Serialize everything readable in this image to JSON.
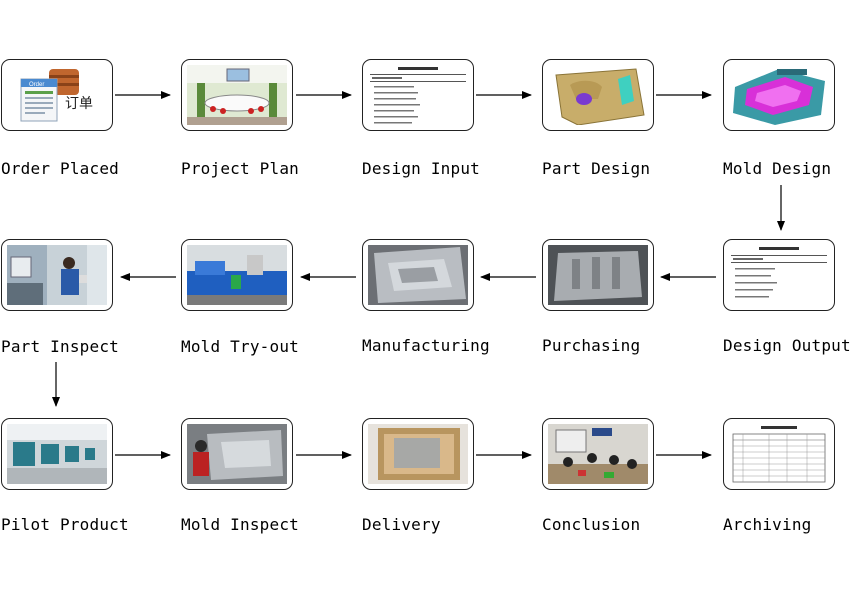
{
  "rows": [
    [
      {
        "id": "order",
        "label": "Order Placed",
        "icon": "order-form-icon",
        "image_text": {
          "header": "Order",
          "caption": "订单"
        }
      },
      {
        "id": "plan",
        "label": "Project Plan",
        "icon": "meeting-room-photo"
      },
      {
        "id": "input",
        "label": "Design Input",
        "icon": "input-document-photo"
      },
      {
        "id": "part",
        "label": "Part Design",
        "icon": "part-cad-render"
      },
      {
        "id": "mold",
        "label": "Mold Design",
        "icon": "mold-cad-render"
      }
    ],
    [
      {
        "id": "inspect1",
        "label": "Part Inspect",
        "icon": "inspection-photo"
      },
      {
        "id": "tryout",
        "label": "Mold Try-out",
        "icon": "injection-machine-photo"
      },
      {
        "id": "mfg",
        "label": "Manufacturing",
        "icon": "machined-mold-photo"
      },
      {
        "id": "purch",
        "label": "Purchasing",
        "icon": "mold-base-photo"
      },
      {
        "id": "output",
        "label": "Design Output",
        "icon": "output-document-photo"
      }
    ],
    [
      {
        "id": "pilot",
        "label": "Pilot Product",
        "icon": "production-line-photo"
      },
      {
        "id": "moldinsp",
        "label": "Mold Inspect",
        "icon": "mold-inspection-photo"
      },
      {
        "id": "delivery",
        "label": "Delivery",
        "icon": "wooden-crate-photo"
      },
      {
        "id": "conclusion",
        "label": "Conclusion",
        "icon": "conference-photo"
      },
      {
        "id": "archive",
        "label": "Archiving",
        "icon": "archive-table-photo"
      }
    ]
  ],
  "arrow_color": "#000000"
}
